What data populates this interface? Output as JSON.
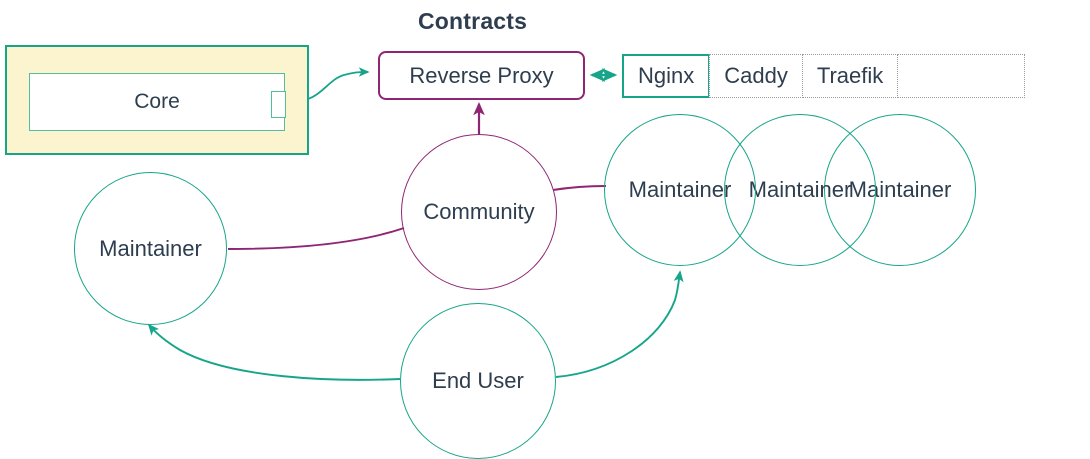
{
  "diagram": {
    "title": "Contracts",
    "colors": {
      "teal": "#17a589",
      "teal_light": "#52be9b",
      "plum": "#8e2674",
      "text": "#2e3e4f",
      "group_fill": "#fcf3cf",
      "dotted_border": "#9a9a9a",
      "background": "#ffffff"
    }
  },
  "group": {
    "name": "core-group",
    "core_label": "Core",
    "port_name": "core-output-port"
  },
  "reverse_proxy": {
    "label": "Reverse Proxy"
  },
  "tabs": [
    {
      "label": "Nginx",
      "selected": true
    },
    {
      "label": "Caddy",
      "selected": false
    },
    {
      "label": "Traefik",
      "selected": false
    },
    {
      "label": "",
      "selected": false
    }
  ],
  "nodes": {
    "maintainer_left": "Maintainer",
    "community": "Community",
    "maintainer_right_1": "Maintainer",
    "maintainer_right_2": "Maintainer",
    "maintainer_right_3": "Maintainer",
    "end_user": "End User"
  },
  "edges": [
    {
      "name": "core-to-reverse-proxy",
      "from": "Core",
      "to": "Reverse Proxy",
      "color": "#17a589",
      "arrow": "end"
    },
    {
      "name": "reverse-proxy-to-nginx",
      "from": "Reverse Proxy",
      "to": "Nginx",
      "color": "#17a589",
      "arrow": "both"
    },
    {
      "name": "community-to-reverse-proxy",
      "from": "Community",
      "to": "Reverse Proxy",
      "color": "#8e2674",
      "arrow": "end"
    },
    {
      "name": "community-to-maintainer-left",
      "from": "Community",
      "to": "Maintainer",
      "color": "#8e2674",
      "arrow": "none"
    },
    {
      "name": "community-to-maintainer-right",
      "from": "Community",
      "to": "Maintainer",
      "color": "#8e2674",
      "arrow": "none"
    },
    {
      "name": "end-user-to-maintainer-left",
      "from": "End User",
      "to": "Maintainer",
      "color": "#17a589",
      "arrow": "end"
    },
    {
      "name": "end-user-to-maintainer-right",
      "from": "End User",
      "to": "Maintainer",
      "color": "#17a589",
      "arrow": "end"
    }
  ]
}
